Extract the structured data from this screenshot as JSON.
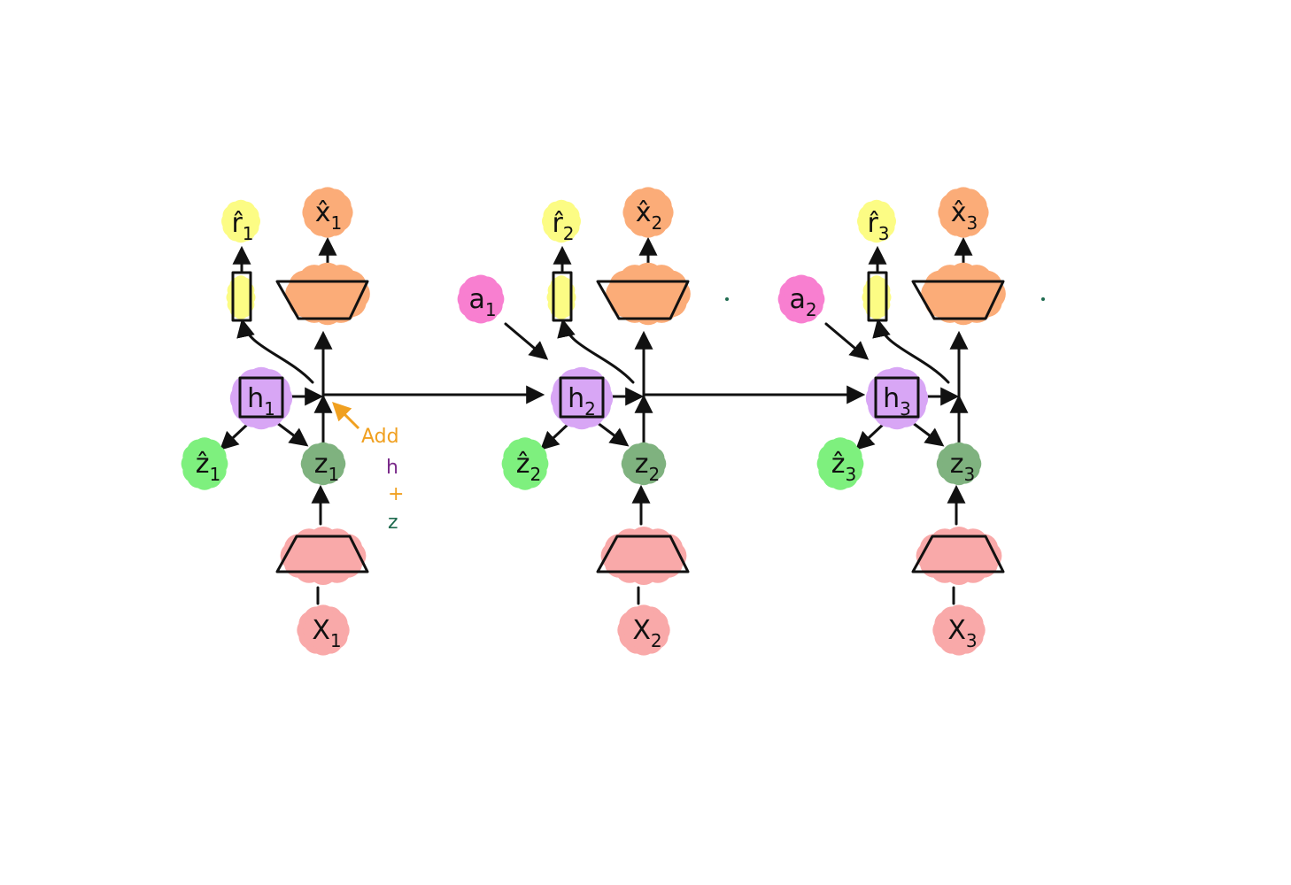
{
  "colors": {
    "observation": "#f9a9a9",
    "latent": "#7fb27f",
    "latent_pred": "#7ef07e",
    "hidden": "#d8a6f5",
    "decoder": "#fbac78",
    "reward": "#fcfc84",
    "action": "#f87fd0",
    "note_add": "#f0a020",
    "note_h": "#7a2a8a",
    "note_z": "#1f6b4f",
    "ink": "#111111"
  },
  "steps": [
    {
      "x_label": "X",
      "x_sub": "1",
      "z_label": "z",
      "z_sub": "1",
      "zhat_label": "ẑ",
      "zhat_sub": "1",
      "h_label": "h",
      "h_sub": "1",
      "xhat_label": "x̂",
      "xhat_sub": "1",
      "rhat_label": "r̂",
      "rhat_sub": "1"
    },
    {
      "x_label": "X",
      "x_sub": "2",
      "z_label": "z",
      "z_sub": "2",
      "zhat_label": "ẑ",
      "zhat_sub": "2",
      "h_label": "h",
      "h_sub": "2",
      "xhat_label": "x̂",
      "xhat_sub": "2",
      "rhat_label": "r̂",
      "rhat_sub": "2"
    },
    {
      "x_label": "X",
      "x_sub": "3",
      "z_label": "z",
      "z_sub": "3",
      "zhat_label": "ẑ",
      "zhat_sub": "3",
      "h_label": "h",
      "h_sub": "3",
      "xhat_label": "x̂",
      "xhat_sub": "3",
      "rhat_label": "r̂",
      "rhat_sub": "3"
    }
  ],
  "actions": [
    {
      "label": "a",
      "sub": "1"
    },
    {
      "label": "a",
      "sub": "2"
    }
  ],
  "annotation": {
    "add": "Add",
    "h": "h",
    "plus": "+",
    "z": "z"
  }
}
